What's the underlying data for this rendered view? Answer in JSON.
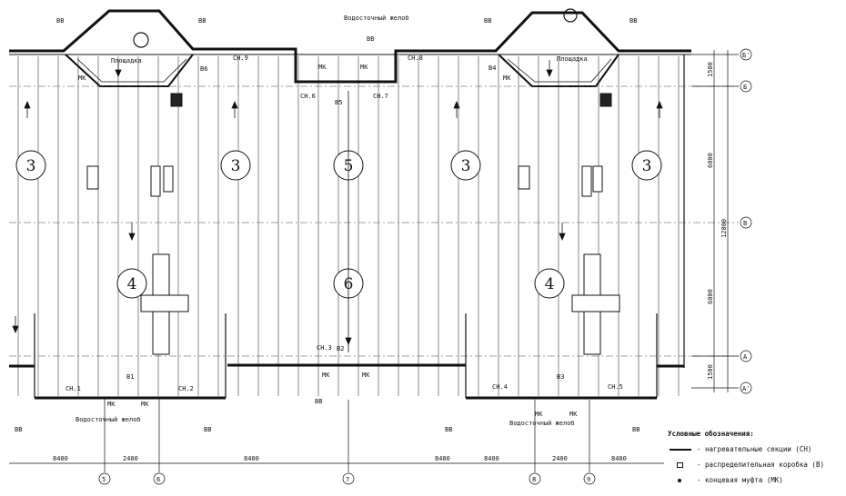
{
  "zones": [
    {
      "id": "z1",
      "label": "3"
    },
    {
      "id": "z2",
      "label": "3"
    },
    {
      "id": "z3",
      "label": "5"
    },
    {
      "id": "z4",
      "label": "3"
    },
    {
      "id": "z5",
      "label": "3"
    },
    {
      "id": "z6",
      "label": "4"
    },
    {
      "id": "z7",
      "label": "6"
    },
    {
      "id": "z8",
      "label": "4"
    }
  ],
  "labels": {
    "gutter_top": "Водосточный желоб",
    "gutter_bottom_left": "Водосточный желоб",
    "gutter_bottom_right": "Водосточный желоб",
    "platform_left": "Площадка",
    "platform_right": "Площадка",
    "sn9": "СН.9",
    "sn8": "СН.8",
    "sn6": "СН.6",
    "sn7": "СН.7",
    "sn3": "СН.3",
    "sn1": "СН.1",
    "sn2": "СН.2",
    "sn4": "СН.4",
    "sn5": "СН.5",
    "b1": "В1",
    "b2": "В2",
    "b3": "В3",
    "b4": "В4",
    "b5": "В5",
    "b6": "В6",
    "mk": "МК",
    "vv": "ВВ"
  },
  "axes": {
    "right": [
      "Б'",
      "Б",
      "В",
      "А",
      "А'"
    ],
    "bottom": [
      "5",
      "6",
      "7",
      "8",
      "9"
    ],
    "dims_bottom": [
      "8400",
      "2400",
      "8400",
      "8400",
      "8400",
      "2400",
      "8400"
    ],
    "dims_right": [
      "1500",
      "6000",
      "12000",
      "6000",
      "1500"
    ]
  },
  "legend": {
    "title": "Условные обозначения:",
    "items": [
      {
        "symbol": "line-icon",
        "text": "- нагревательные секции (СН)"
      },
      {
        "symbol": "box-icon",
        "text": "- распределительная коробка (В)"
      },
      {
        "symbol": "dot-icon",
        "text": "- концевая муфта (МК)"
      }
    ]
  }
}
